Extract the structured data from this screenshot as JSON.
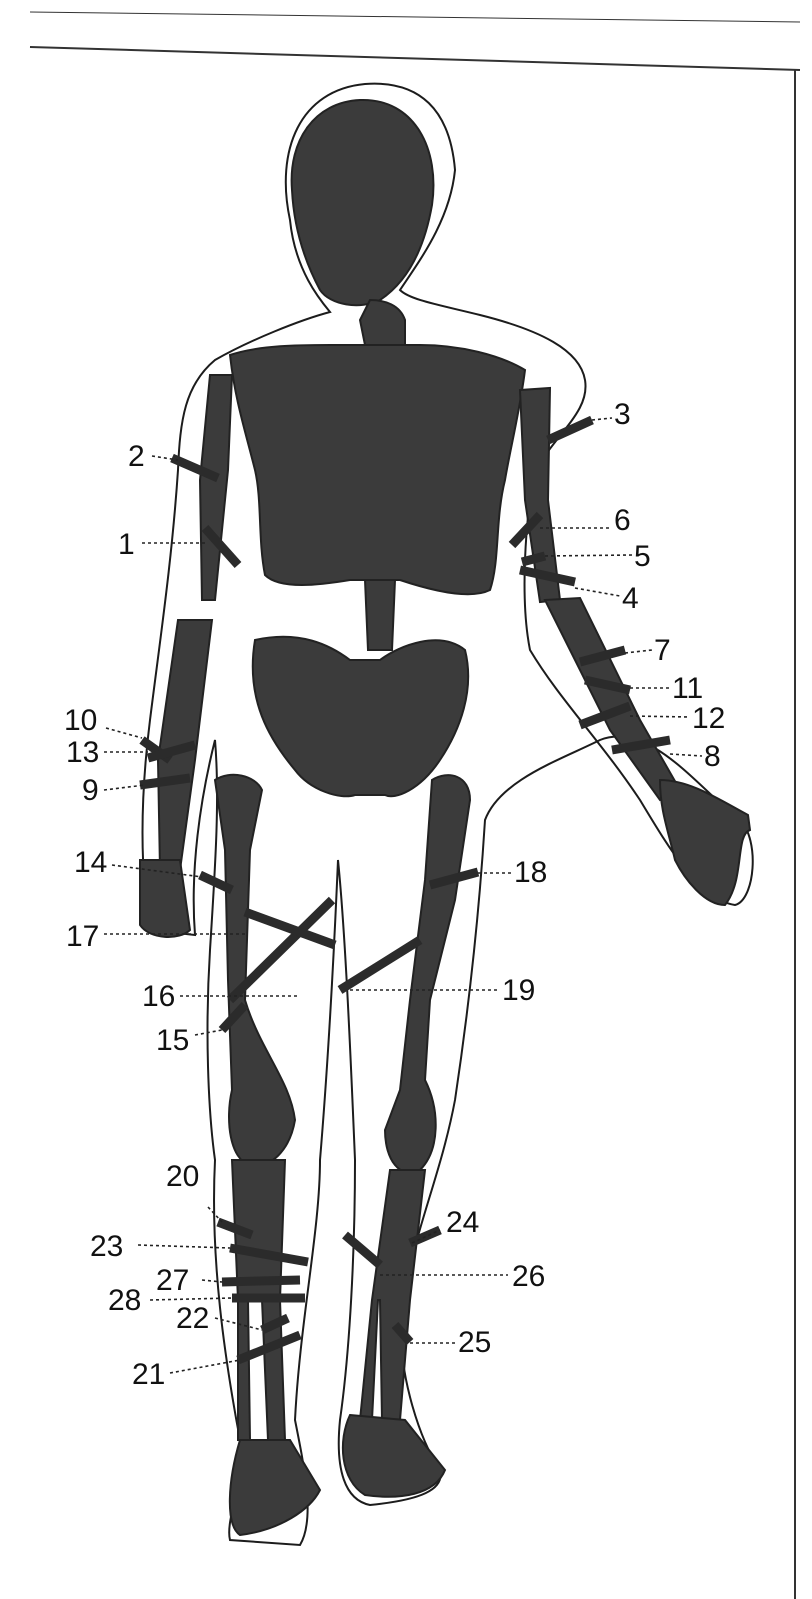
{
  "figure": {
    "markers": [
      {
        "id": 1,
        "label": "1"
      },
      {
        "id": 2,
        "label": "2"
      },
      {
        "id": 3,
        "label": "3"
      },
      {
        "id": 4,
        "label": "4"
      },
      {
        "id": 5,
        "label": "5"
      },
      {
        "id": 6,
        "label": "6"
      },
      {
        "id": 7,
        "label": "7"
      },
      {
        "id": 8,
        "label": "8"
      },
      {
        "id": 9,
        "label": "9"
      },
      {
        "id": 10,
        "label": "10"
      },
      {
        "id": 11,
        "label": "11"
      },
      {
        "id": 12,
        "label": "12"
      },
      {
        "id": 13,
        "label": "13"
      },
      {
        "id": 14,
        "label": "14"
      },
      {
        "id": 15,
        "label": "15"
      },
      {
        "id": 16,
        "label": "16"
      },
      {
        "id": 17,
        "label": "17"
      },
      {
        "id": 18,
        "label": "18"
      },
      {
        "id": 19,
        "label": "19"
      },
      {
        "id": 20,
        "label": "20"
      },
      {
        "id": 21,
        "label": "21"
      },
      {
        "id": 22,
        "label": "22"
      },
      {
        "id": 23,
        "label": "23"
      },
      {
        "id": 24,
        "label": "24"
      },
      {
        "id": 25,
        "label": "25"
      },
      {
        "id": 26,
        "label": "26"
      },
      {
        "id": 27,
        "label": "27"
      },
      {
        "id": 28,
        "label": "28"
      }
    ]
  }
}
